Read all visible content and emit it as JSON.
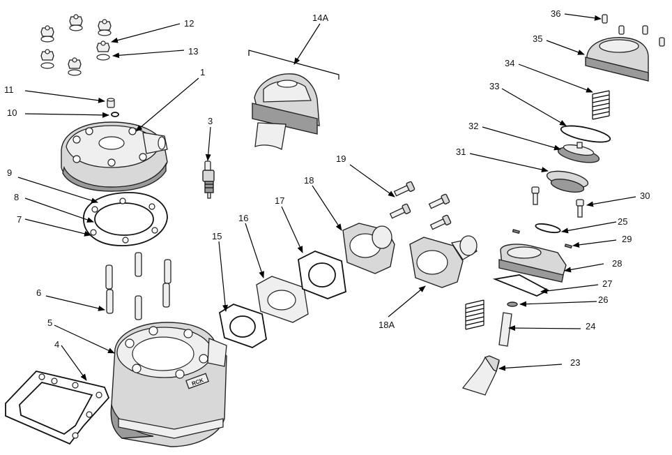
{
  "callouts": {
    "c1": "1",
    "c3": "3",
    "c4": "4",
    "c5": "5",
    "c6": "6",
    "c7": "7",
    "c8": "8",
    "c9": "9",
    "c10": "10",
    "c11": "11",
    "c12": "12",
    "c13": "13",
    "c14a": "14A",
    "c15": "15",
    "c16": "16",
    "c17": "17",
    "c18": "18",
    "c18a": "18A",
    "c19": "19",
    "c23": "23",
    "c24": "24",
    "c25": "25",
    "c26": "26",
    "c27": "27",
    "c28": "28",
    "c29": "29",
    "c30": "30",
    "c31": "31",
    "c32": "32",
    "c33": "33",
    "c34": "34",
    "c35": "35",
    "c36": "36"
  },
  "cylinder_logo": "RCK",
  "colors": {
    "line": "#222222",
    "fill": "#d8d8d8",
    "background": "#ffffff"
  }
}
